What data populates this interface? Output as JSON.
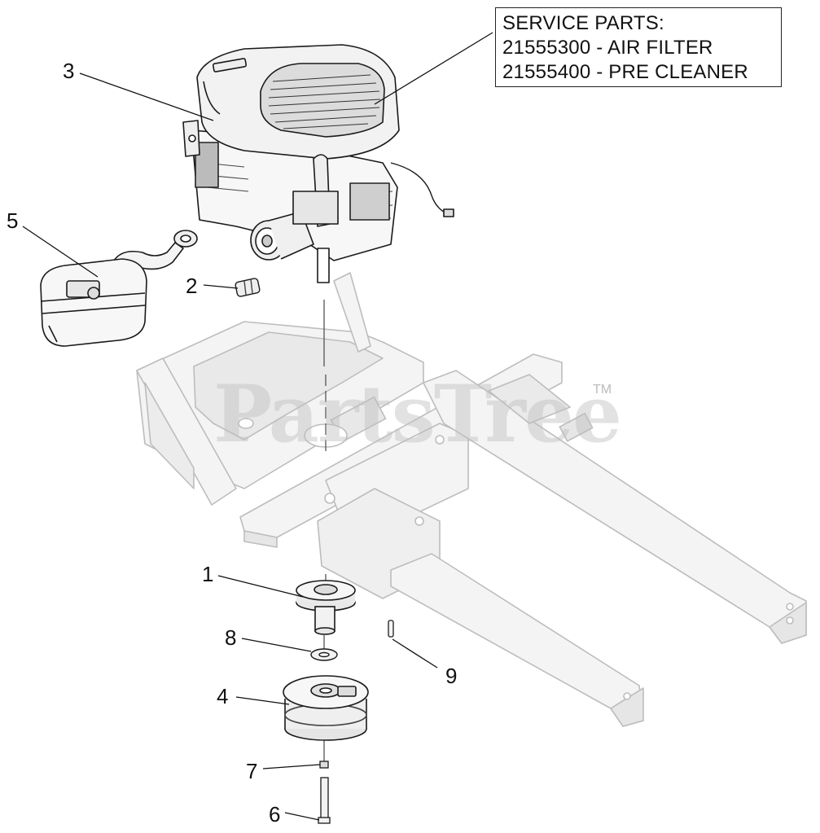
{
  "service_parts": {
    "title": "SERVICE PARTS:",
    "items": [
      "21555300 - AIR FILTER",
      "21555400 - PRE CLEANER"
    ]
  },
  "watermark": {
    "text": "PartsTree",
    "tm": "TM"
  },
  "callouts": {
    "c1": "1",
    "c2": "2",
    "c3": "3",
    "c4": "4",
    "c5": "5",
    "c6": "6",
    "c7": "7",
    "c8": "8",
    "c9": "9"
  }
}
